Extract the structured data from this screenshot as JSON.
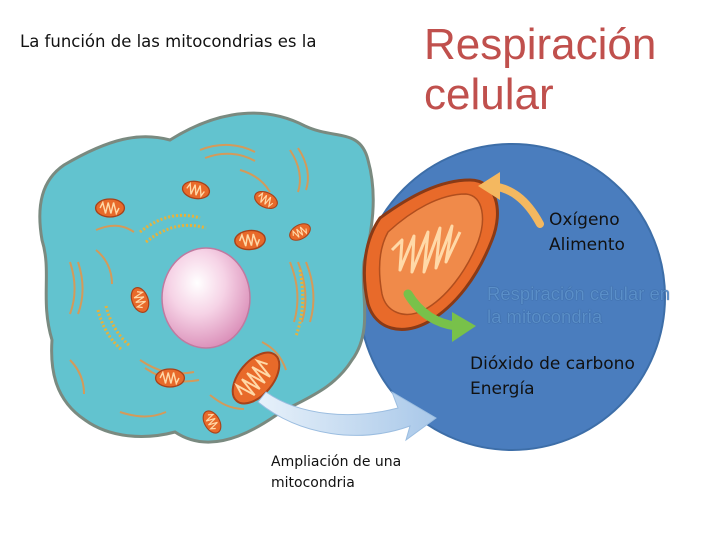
{
  "slide": {
    "intro_text": "La función de las mitocondrias es la",
    "title_line1": "Respiración",
    "title_line2": "celular",
    "inputs": [
      "Oxígeno",
      "Alimento"
    ],
    "process_line1": "Respiración celular en",
    "process_line2": "la mitocondria",
    "outputs": [
      "Dióxido de carbono",
      "Energía"
    ],
    "caption_line1": "Ampliación de una",
    "caption_line2": "mitocondria"
  },
  "colors": {
    "title": "#c0504d",
    "cell_cytoplasm": "#62c3cf",
    "nucleus": "#f2c4de",
    "mitochondrion": "#e86a2a",
    "zoom_circle": "#4a7dbe",
    "input_arrow": "#f4b860",
    "output_arrow": "#78c14a",
    "process_text": "#5a8fc9"
  }
}
